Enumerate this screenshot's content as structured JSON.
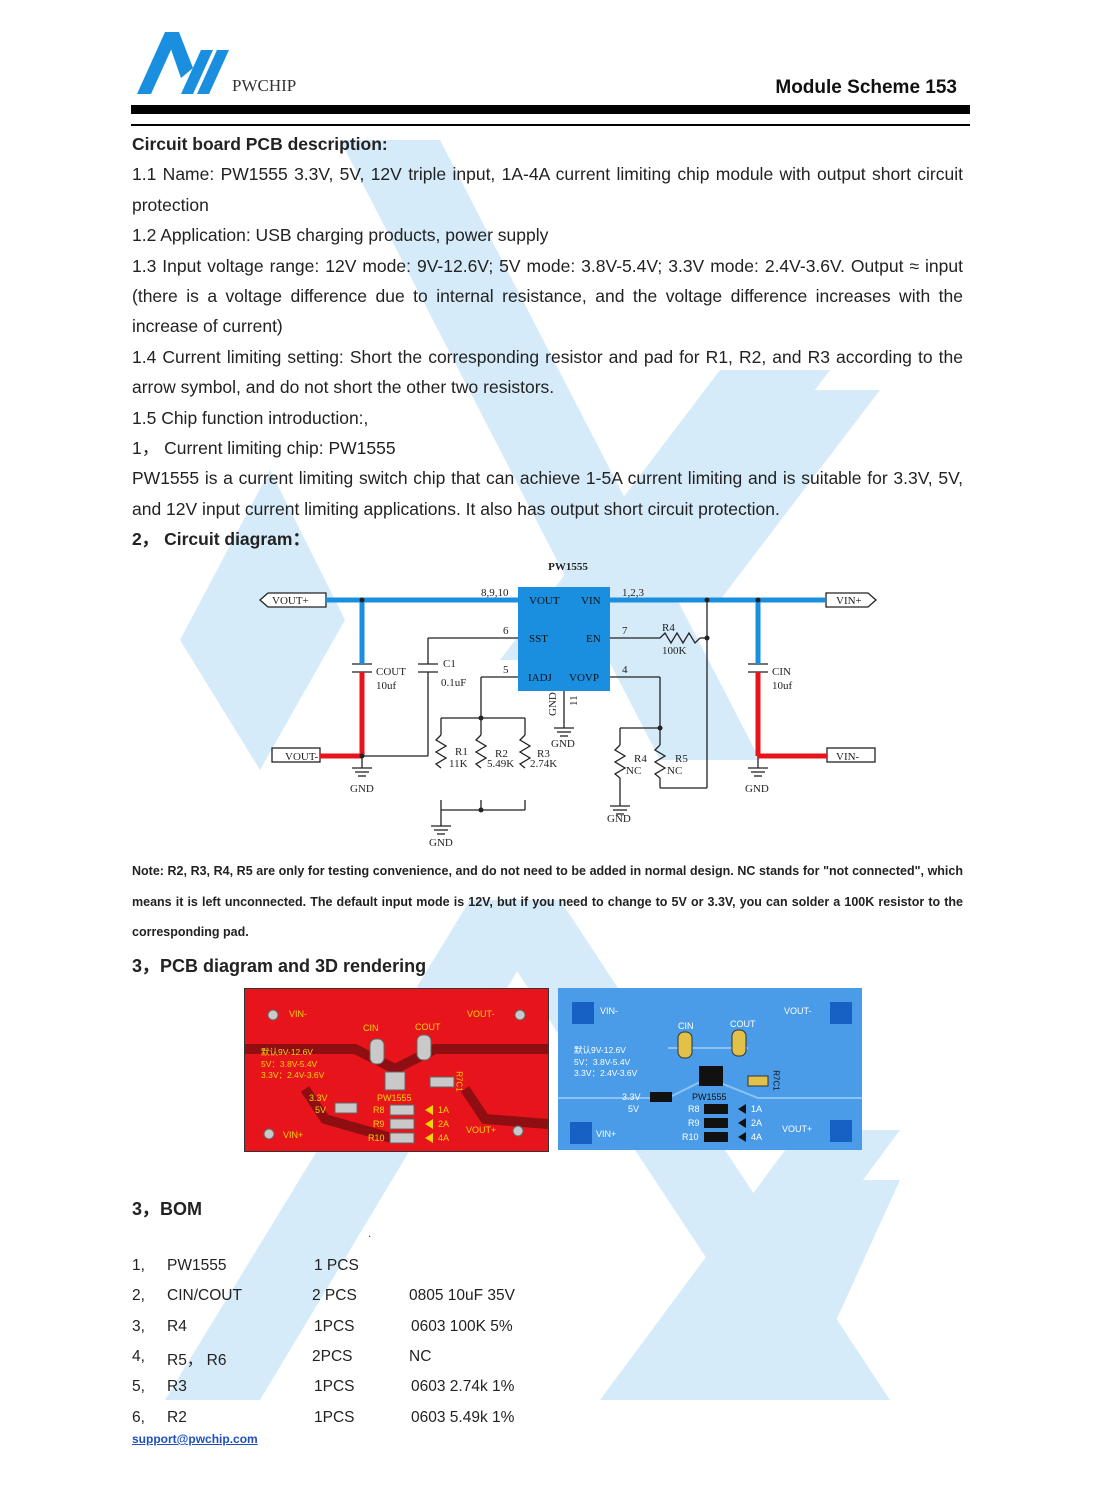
{
  "header": {
    "brand": "PWCHIP",
    "title": "Module Scheme 153"
  },
  "section1": {
    "heading": "Circuit board PCB description:",
    "p1": "1.1 Name: PW1555 3.3V, 5V, 12V triple input, 1A-4A current limiting chip module with output short circuit protection",
    "p2": "1.2 Application: USB charging products, power supply",
    "p3": "1.3 Input voltage range: 12V mode: 9V-12.6V; 5V mode: 3.8V-5.4V; 3.3V mode: 2.4V-3.6V. Output ≈ input (there is a voltage difference due to internal resistance, and the voltage difference increases with the increase of current)",
    "p4": "1.4 Current limiting setting: Short the corresponding resistor and pad for R1, R2, and R3 according to the arrow symbol, and do not short the other two resistors.",
    "p5": "1.5 Chip function introduction:,",
    "p6": "1， Current limiting chip: PW1555",
    "p7": "PW1555 is a current limiting switch chip that can achieve 1-5A current limiting and is suitable for 3.3V, 5V, and 12V input current limiting applications. It also has output short circuit protection."
  },
  "section2": {
    "heading": "2， Circuit diagram："
  },
  "schematic": {
    "chip": "PW1555",
    "pins": {
      "vout": "VOUT",
      "vin": "VIN",
      "sst": "SST",
      "en": "EN",
      "iadj": "IADJ",
      "vovp": "VOVP",
      "gnd": "GND",
      "gnd_num": "11"
    },
    "pin_nums": {
      "p_vout": "8,9,10",
      "p_vin": "1,2,3",
      "p_sst": "6",
      "p_en": "7",
      "p_iadj": "5",
      "p_vovp": "4"
    },
    "terminals": {
      "vout_pos": "VOUT+",
      "vout_neg": "VOUT-",
      "vin_pos": "VIN+",
      "vin_neg": "VIN-"
    },
    "parts": {
      "cout": "COUT",
      "cout_val": "10uf",
      "c1": "C1",
      "c1_val": "0.1uF",
      "cin": "CIN",
      "cin_val": "10uf",
      "r4_top": "R4",
      "r4_top_val": "100K",
      "r1": "R1",
      "r1_val": "11K",
      "r2": "R2",
      "r2_val": "5.49K",
      "r3": "R3",
      "r3_val": "2.74K",
      "r4b": "R4",
      "r4b_val": "NC",
      "r5": "R5",
      "r5_val": "NC"
    },
    "gnd": "GND"
  },
  "note": "Note: R2, R3, R4, R5 are only for testing convenience, and do not need to be added in normal design. NC stands for \"not connected\", which means it is left unconnected. The default input mode is 12V, but if you need to change to 5V or 3.3V, you can solder a 100K resistor to the corresponding pad.",
  "section3": {
    "heading": "3，PCB diagram and 3D rendering"
  },
  "pcb": {
    "vin_neg": "VIN-",
    "vout_neg": "VOUT-",
    "vin_pos": "VIN+",
    "vout_pos": "VOUT+",
    "cin": "CIN",
    "cout": "COUT",
    "mode12": "默认9V-12.6V",
    "mode5": "5V：3.8V-5.4V",
    "mode33": "3.3V：2.4V-3.6V",
    "s33": "3.3V",
    "s5": "5V",
    "chip": "PW1555",
    "r7c1": "R7C1",
    "r8": "R8",
    "r9": "R9",
    "r10": "R10",
    "a1": "1A",
    "a2": "2A",
    "a4": "4A"
  },
  "bom": {
    "heading": "3，BOM",
    "dot": ".",
    "rows": [
      {
        "no": "1,",
        "part": "PW1555",
        "qty": "1 PCS",
        "spec": ""
      },
      {
        "no": "2,",
        "part": "CIN/COUT",
        "qty": "2 PCS",
        "spec": "0805 10uF 35V"
      },
      {
        "no": "3,",
        "part": "R4",
        "qty": "1PCS",
        "spec": "0603  100K  5%"
      },
      {
        "no": "4,",
        "part": "R5， R6",
        "qty": "2PCS",
        "spec": "NC"
      },
      {
        "no": "5,",
        "part": "R3",
        "qty": "1PCS",
        "spec": "0603 2.74k  1%"
      },
      {
        "no": "6,",
        "part": "R2",
        "qty": "1PCS",
        "spec": "0603 5.49k  1%"
      }
    ]
  },
  "footer": {
    "email": "support@pwchip.com"
  },
  "colors": {
    "accent_blue": "#1a8fe0",
    "watermark": "#bfe0f6",
    "pcb_red": "#e8141b",
    "pcb_blue": "#4a9be8"
  }
}
